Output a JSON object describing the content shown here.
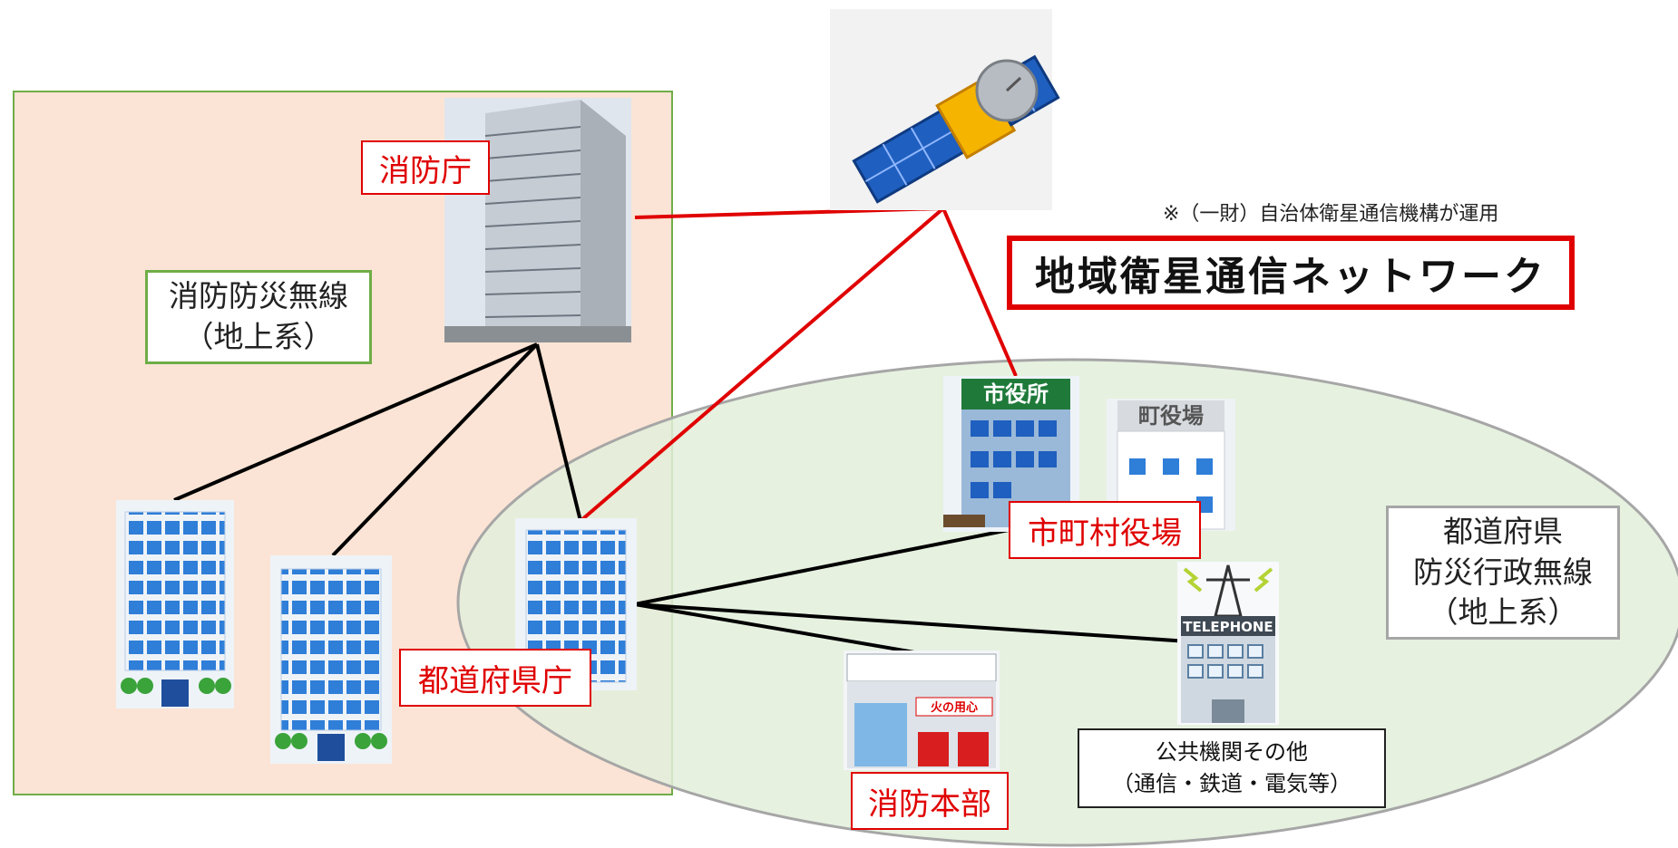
{
  "labels": {
    "fdma": "消防庁",
    "fire_radio_line1": "消防防災無線",
    "fire_radio_line2": "（地上系）",
    "prefecture_office": "都道府県庁",
    "municipal_office": "市町村役場",
    "fire_hq": "消防本部",
    "pref_radio_line1": "都道府県",
    "pref_radio_line2": "防災行政無線",
    "pref_radio_line3": "（地上系）",
    "public_line1": "公共機関その他",
    "public_line2": "（通信・鉄道・電気等）",
    "note": "※（一財）自治体衛星通信機構が運用",
    "network_title": "地域衛星通信ネットワーク"
  },
  "icons": {
    "city_hall_sign": "市役所",
    "town_hall_sign": "町役場",
    "telephone_sign": "TELEPHONE",
    "fire_station_sign": "火の用心"
  },
  "colors": {
    "satellite_link": "#e00000",
    "ground_link": "#000000",
    "left_zone_fill": "#fbe4d5",
    "left_zone_border": "#70ad47",
    "right_zone_fill": "#e2efda",
    "right_zone_border": "#a6a6a6"
  }
}
